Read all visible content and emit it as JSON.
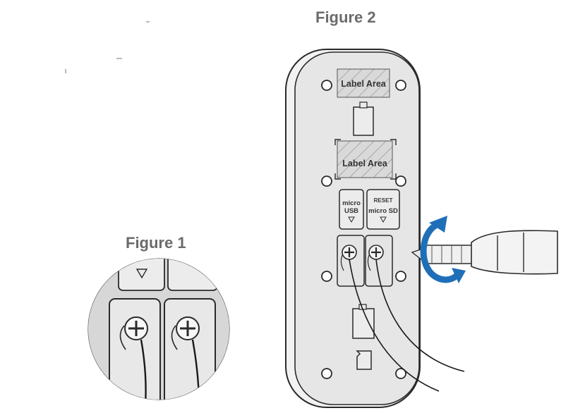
{
  "figure2": {
    "title": "Figure 2",
    "label_area_top": "Label Area",
    "label_area_bottom": "Label Area",
    "port_left_line1": "micro",
    "port_left_line2": "USB",
    "port_right_line1": "RESET",
    "port_right_line2": "micro SD"
  },
  "figure1": {
    "title": "Figure 1"
  },
  "colors": {
    "arrow": "#1f6fb8",
    "device_fill": "#e6e6e6",
    "outline": "#2a2a2a",
    "title_text": "#6b6b6b"
  },
  "icons": [
    "rotation-arrow-icon",
    "screwdriver-icon",
    "phillips-screw-icon"
  ]
}
